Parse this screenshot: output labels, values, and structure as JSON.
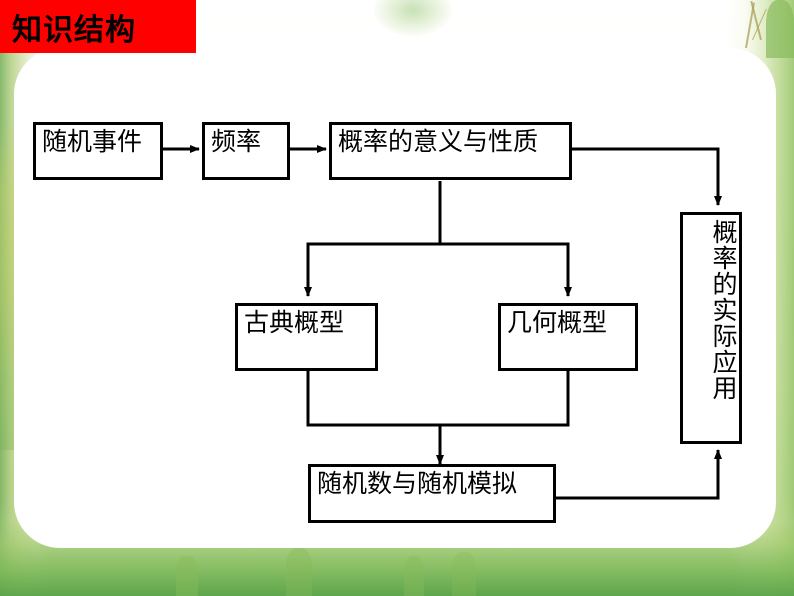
{
  "slide": {
    "title": "知识结构",
    "banner_color": "#fe0000",
    "banner_text_color": "#000000",
    "card_color": "#ffffff",
    "background_accent": "#8fc06a"
  },
  "diagram": {
    "type": "flowchart",
    "orientation": "left-to-right with vertical branching",
    "nodes": [
      {
        "id": "random-events",
        "label": "随机事件"
      },
      {
        "id": "frequency",
        "label": "频率"
      },
      {
        "id": "probability-meaning",
        "label": "概率的意义与性质"
      },
      {
        "id": "classical-model",
        "label": "古典概型"
      },
      {
        "id": "geometric-model",
        "label": "几何概型"
      },
      {
        "id": "random-simulation",
        "label": "随机数与随机模拟"
      },
      {
        "id": "practical-application",
        "label": "概率的实际应用"
      }
    ],
    "edges": [
      {
        "from": "random-events",
        "to": "frequency"
      },
      {
        "from": "frequency",
        "to": "probability-meaning"
      },
      {
        "from": "probability-meaning",
        "to": "classical-model"
      },
      {
        "from": "probability-meaning",
        "to": "geometric-model"
      },
      {
        "from": "probability-meaning",
        "to": "practical-application"
      },
      {
        "from": "classical-model",
        "to": "random-simulation"
      },
      {
        "from": "geometric-model",
        "to": "random-simulation"
      },
      {
        "from": "random-simulation",
        "to": "practical-application"
      }
    ],
    "line_color": "#000000"
  }
}
